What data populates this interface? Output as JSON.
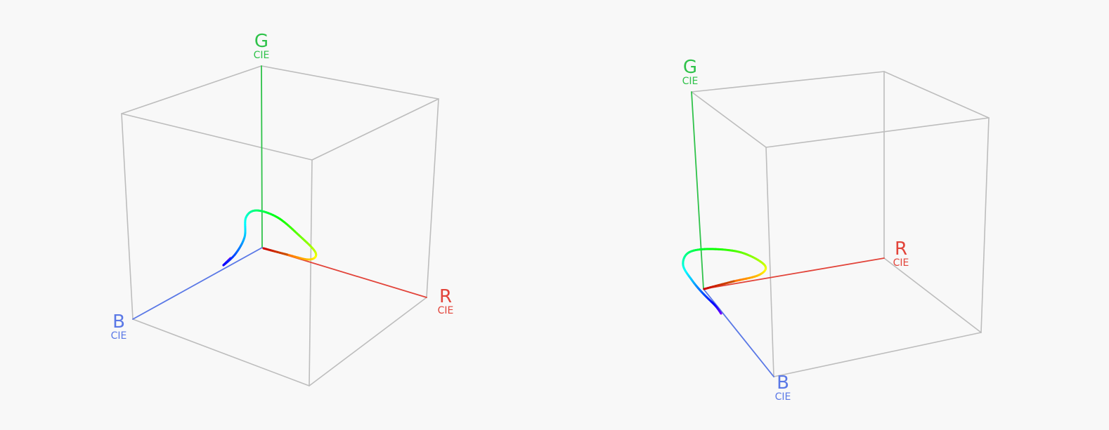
{
  "diagrams": [
    {
      "axes": {
        "r": {
          "label": "R",
          "sub": "CIE",
          "color": "#e2443a"
        },
        "g": {
          "label": "G",
          "sub": "CIE",
          "color": "#2fc24a"
        },
        "b": {
          "label": "B",
          "sub": "CIE",
          "color": "#5a78e6"
        }
      }
    },
    {
      "axes": {
        "r": {
          "label": "R",
          "sub": "CIE",
          "color": "#e2443a"
        },
        "g": {
          "label": "G",
          "sub": "CIE",
          "color": "#2fc24a"
        },
        "b": {
          "label": "B",
          "sub": "CIE",
          "color": "#5a78e6"
        }
      }
    }
  ],
  "colors": {
    "cube_edge": "#bdbdbd",
    "background": "#f8f8f8"
  }
}
